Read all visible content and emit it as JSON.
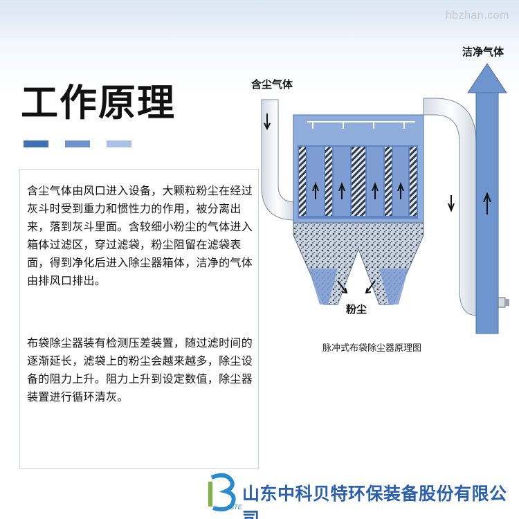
{
  "watermark": "hbzhan.com",
  "title": "工作原理",
  "colors": {
    "accent_dark": "#3f6fb5",
    "accent_mid": "#6d92cc",
    "accent_light": "#a9c1e6",
    "housing": "#8faedc",
    "housing_dark": "#4c74b8",
    "chimney": "#6f95cf",
    "pipe": "#f2f4f7",
    "company": "#2a5fb0"
  },
  "paragraphs": [
    "含尘气体由风口进入设备，大颗粒粉尘在经过灰斗时受到重力和惯性力的作用，被分离出来，落到灰斗里面。含较细小粉尘的气体进入箱体过滤区，穿过滤袋，粉尘阻留在滤袋表面，得到净化后进入除尘器箱体，洁净的气体由排风口排出。",
    "布袋除尘器装有检测压差装置，随过滤时间的逐渐延长，滤袋上的粉尘会越来越多，除尘设备的阻力上升。阻力上升到设定数值，除尘器装置进行循环清灰。"
  ],
  "diagram": {
    "label_dusty_gas": "含尘气体",
    "label_clean_gas": "洁净气体",
    "label_dust": "粉尘",
    "caption": "脉冲式布袋除尘器原理图"
  },
  "footer": {
    "company": "山东中科贝特环保装备股份有限公司",
    "logo_abbr": "BTE"
  }
}
